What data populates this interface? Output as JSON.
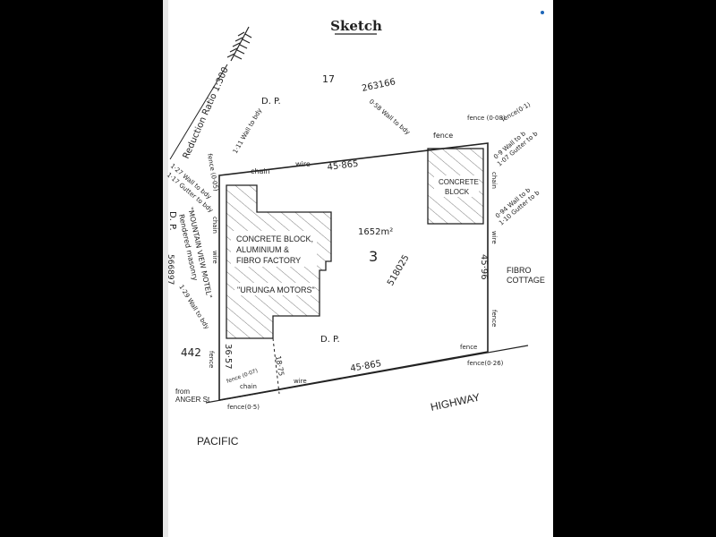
{
  "title": "Sketch",
  "scale": "Reduction Ratio 1:300",
  "lot_number": "3",
  "area": "1652m²",
  "dp_number": "518025",
  "dp_label": "D. P.",
  "lot_north": "17",
  "dp_north": "263166",
  "dp_west": "566897",
  "lot_west": "442",
  "dimensions": {
    "north": "45·865",
    "south": "45·865",
    "east": "45·96",
    "west": "36·57",
    "inner": "18·75"
  },
  "buildings": {
    "factory": [
      "CONCRETE BLOCK,",
      "ALUMINIUM  &",
      "FIBRO FACTORY"
    ],
    "factory_name": "\"URUNGA MOTORS\"",
    "block": [
      "CONCRETE",
      "BLOCK"
    ],
    "motel": [
      "\"MOUNTAIN VIEW MOTEL\"",
      "Rendered masonry"
    ],
    "cottage": [
      "FIBRO",
      "COTTAGE"
    ]
  },
  "notes": {
    "wall_nw": "1·11 Wall to bdy",
    "wall_ne": "0·58 Wall to bdy",
    "fence_nw": "fence (0·05)",
    "fence_ne": "fence (0·08)",
    "fence_ne2": "fence(0·1)",
    "west_a": "1·27 Wall to bdy",
    "west_b": "1·17 Gutter to bdy",
    "west_c": "1·29 Wall to bdy",
    "east_a": "0·9 Wall to b",
    "east_b": "1·07 Gutter to b",
    "east_c": "0·94 Wall to b",
    "east_d": "1·10 Gutter to b",
    "fence_sw": "fence (0·07)",
    "fence_sw2": "fence(0·5)",
    "fence_se": "fence(0·26)",
    "fence_w": "fence",
    "fence_e": "fence",
    "fence_n": "fence",
    "fence_s": "fence",
    "chain": "chain",
    "wire": "wire"
  },
  "roads": {
    "pacific": "PACIFIC",
    "highway": "HIGHWAY",
    "from_anger": [
      "from",
      "ANGER St"
    ]
  }
}
